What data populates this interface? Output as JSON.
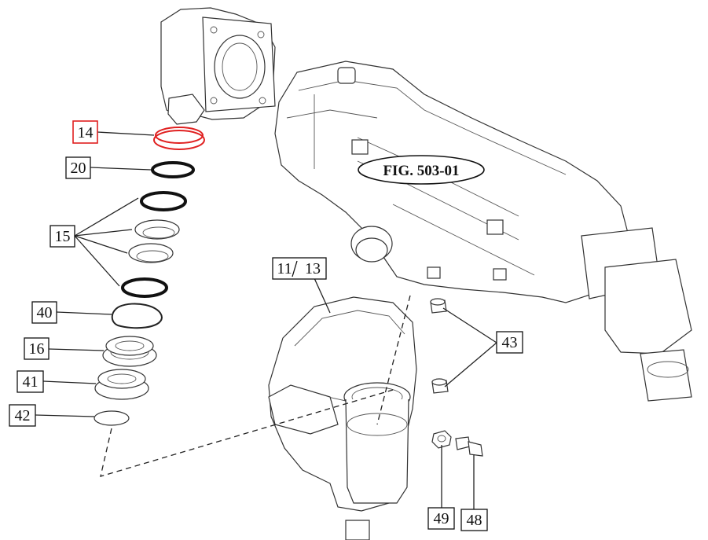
{
  "figure": {
    "title": "FIG. 503-01"
  },
  "callouts": [
    {
      "id": "c14",
      "text": "14",
      "highlighted": true
    },
    {
      "id": "c20",
      "text": "20",
      "highlighted": false
    },
    {
      "id": "c15",
      "text": "15",
      "highlighted": false
    },
    {
      "id": "c40",
      "text": "40",
      "highlighted": false
    },
    {
      "id": "c16",
      "text": "16",
      "highlighted": false
    },
    {
      "id": "c41",
      "text": "41",
      "highlighted": false
    },
    {
      "id": "c42",
      "text": "42",
      "highlighted": false
    },
    {
      "id": "c11",
      "text": "11",
      "highlighted": false
    },
    {
      "id": "c13",
      "text": "13",
      "highlighted": false
    },
    {
      "id": "c43",
      "text": "43",
      "highlighted": false
    },
    {
      "id": "c49",
      "text": "49",
      "highlighted": false
    },
    {
      "id": "c48",
      "text": "48",
      "highlighted": false
    }
  ],
  "colors": {
    "highlight": "#e02020",
    "ink": "#111111"
  }
}
